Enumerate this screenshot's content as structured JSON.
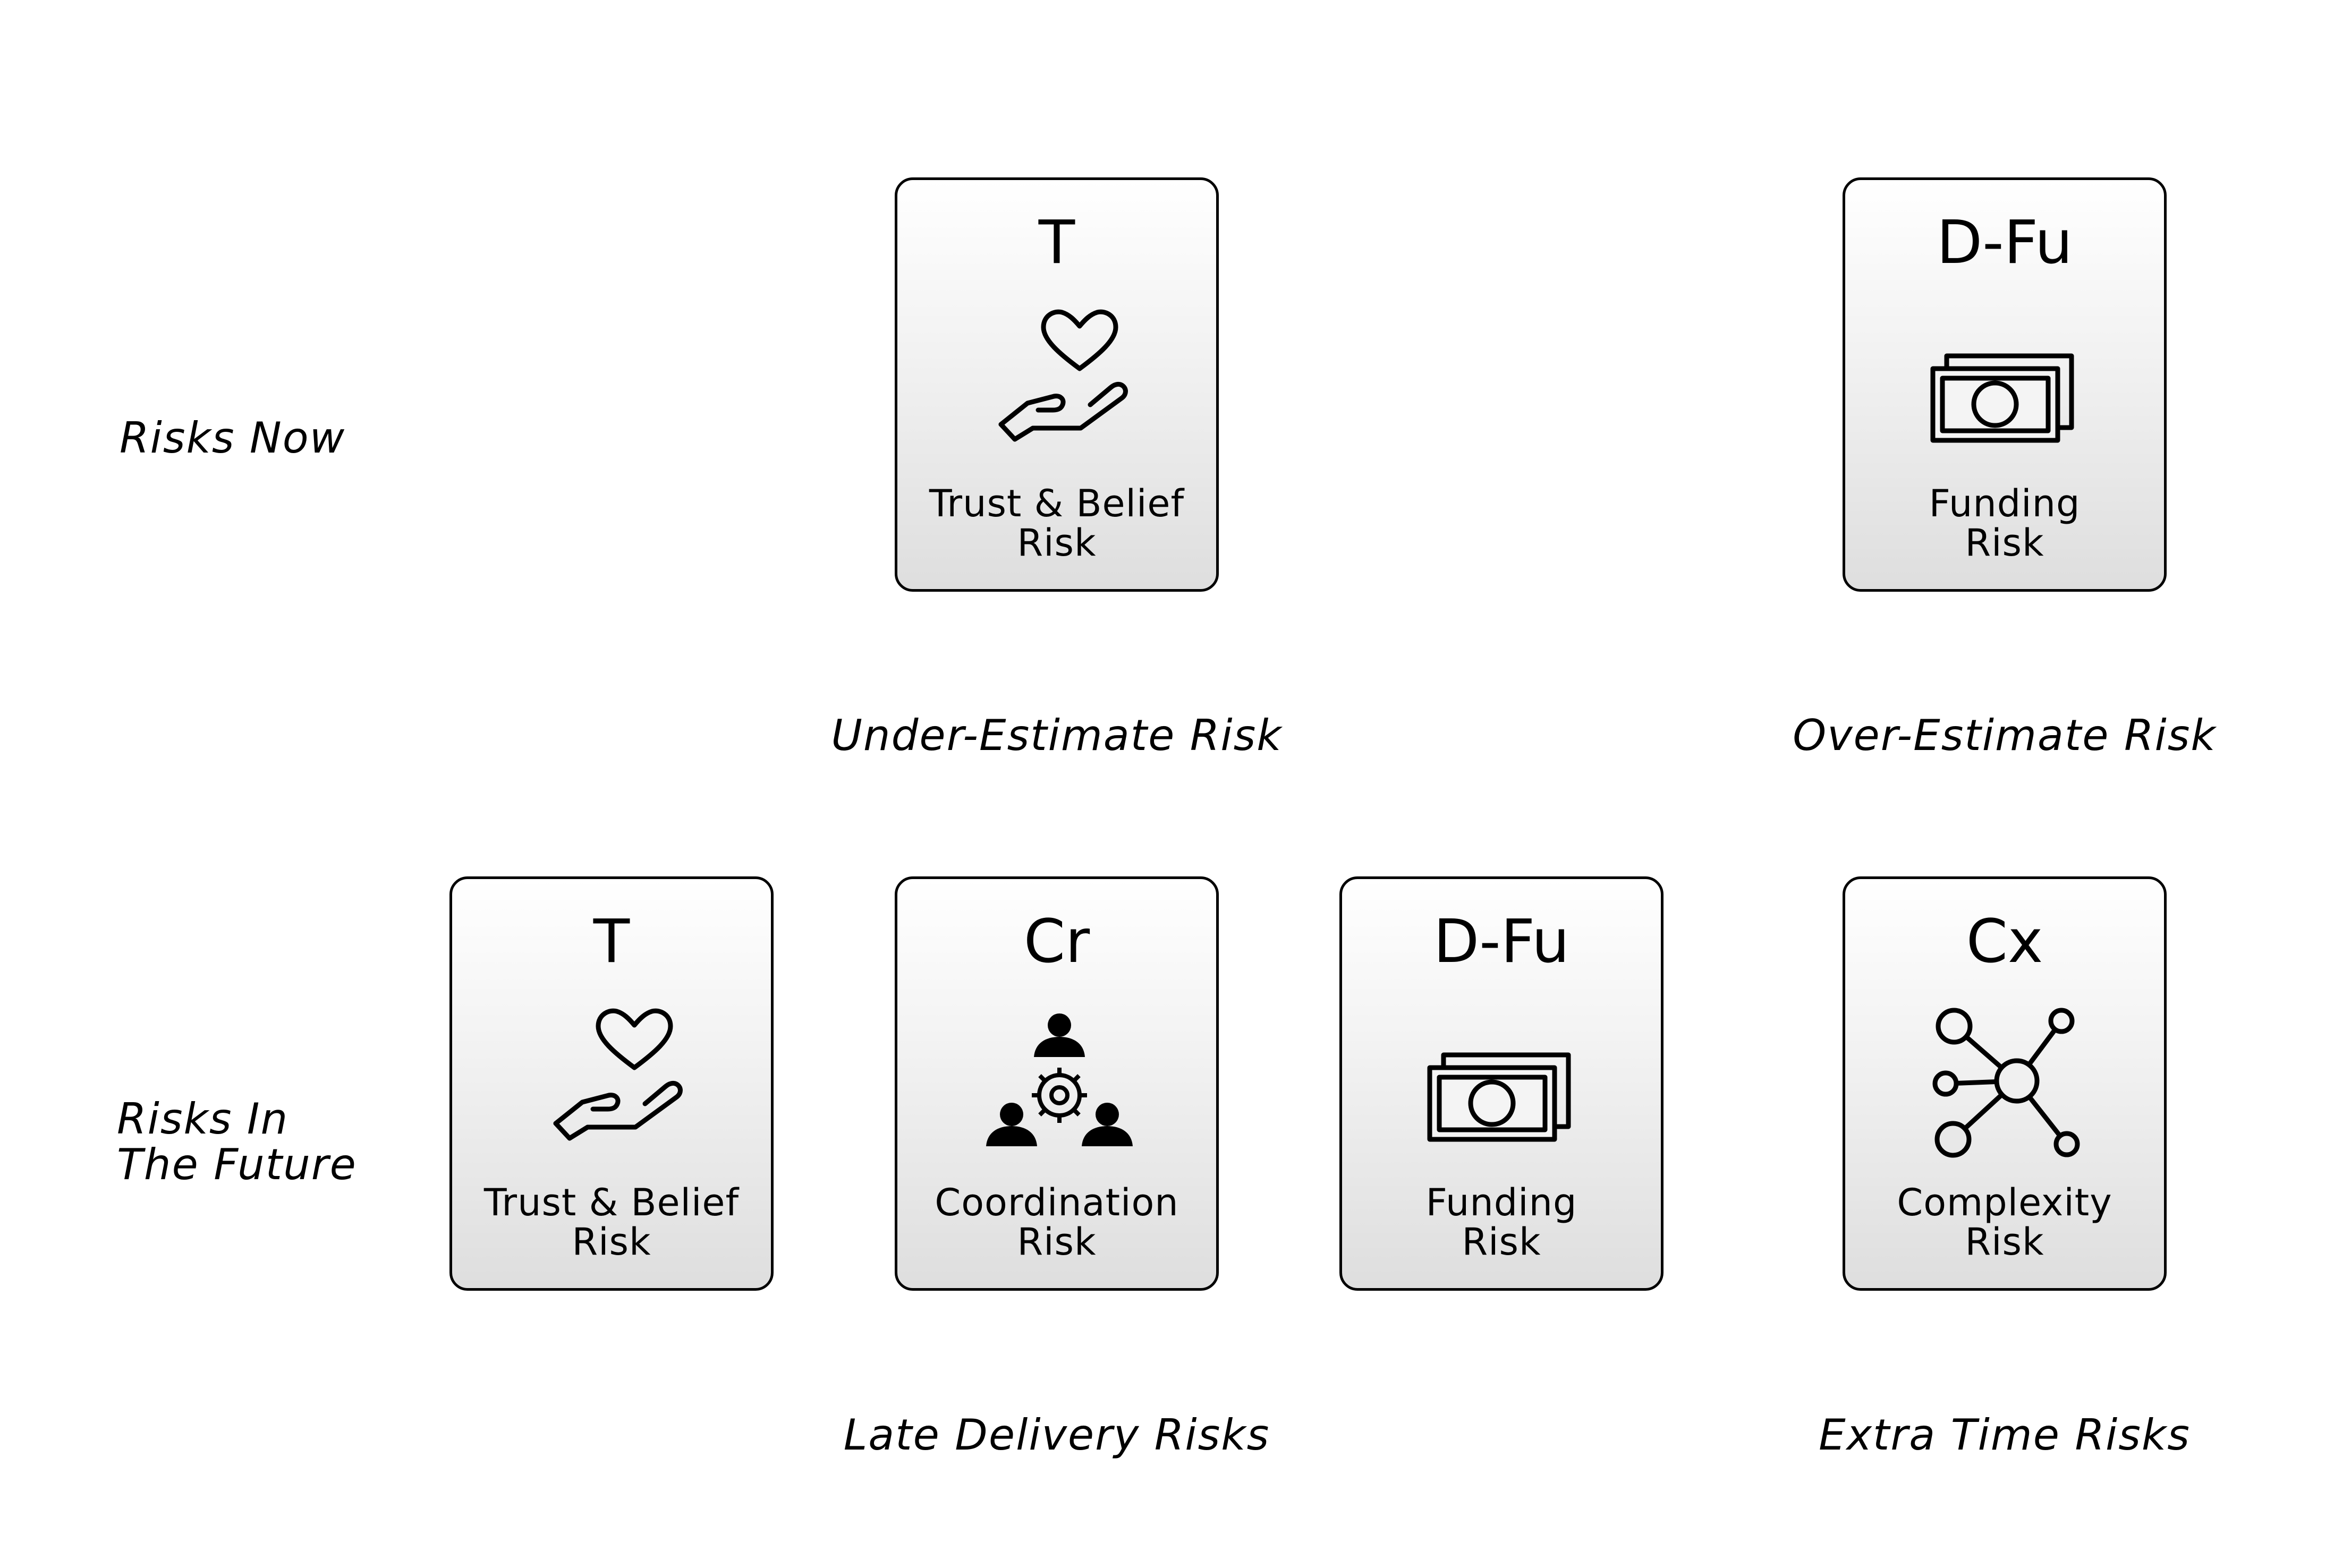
{
  "row_labels": {
    "now": "Risks Now",
    "future": "Risks In\nThe Future"
  },
  "captions": {
    "under": "Under-Estimate Risk",
    "over": "Over-Estimate Risk",
    "late": "Late Delivery Risks",
    "extra": "Extra Time Risks"
  },
  "cards": {
    "now_trust": {
      "code": "T",
      "name": "Trust & Belief\nRisk",
      "icon": "hand-heart-icon"
    },
    "now_funding": {
      "code": "D-Fu",
      "name": "Funding\nRisk",
      "icon": "banknotes-icon"
    },
    "future_trust": {
      "code": "T",
      "name": "Trust & Belief\nRisk",
      "icon": "hand-heart-icon"
    },
    "future_coordination": {
      "code": "Cr",
      "name": "Coordination\nRisk",
      "icon": "team-gear-icon"
    },
    "future_funding": {
      "code": "D-Fu",
      "name": "Funding\nRisk",
      "icon": "banknotes-icon"
    },
    "future_complexity": {
      "code": "Cx",
      "name": "Complexity\nRisk",
      "icon": "network-nodes-icon"
    }
  },
  "colors": {
    "ink": "#000000",
    "card_top": "#ffffff",
    "card_bottom": "#dedede"
  }
}
